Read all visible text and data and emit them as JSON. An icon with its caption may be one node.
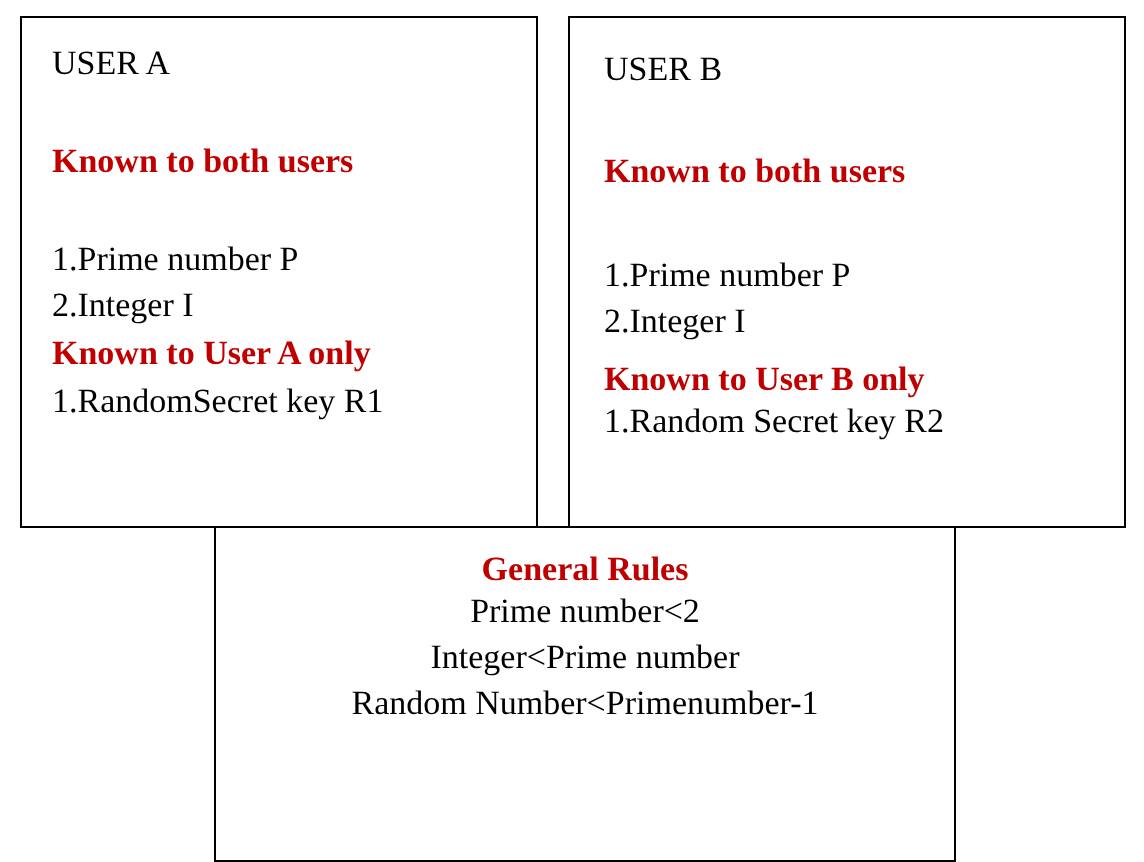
{
  "diagram": {
    "nodes": [
      {
        "text": [
          "USER A",
          "Known to both users",
          "1.Prime number P",
          "2.Integer I",
          "Known to User A only",
          "1.RandomSecret key R1"
        ]
      },
      {
        "text": [
          "USER B",
          "Known to both users",
          "1.Prime number P",
          "2.Integer I",
          "Known to User B only",
          "1.Random Secret key R2"
        ]
      },
      {
        "text": [
          "General Rules",
          "Prime number<2",
          "Integer<Prime number",
          "Random Number<Primenumber-1"
        ]
      }
    ]
  }
}
